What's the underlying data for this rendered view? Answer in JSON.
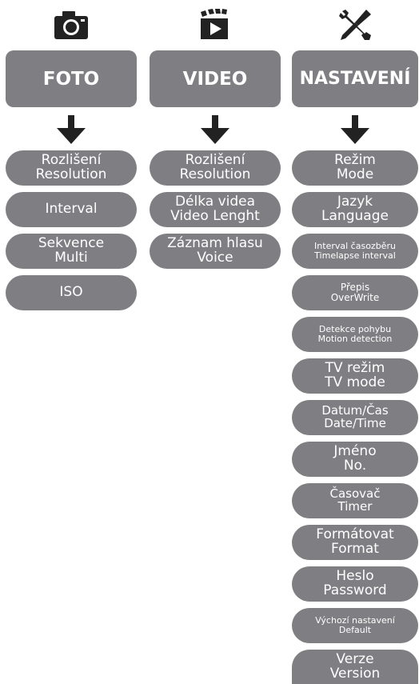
{
  "colors": {
    "box_fill": "#7f7f83",
    "text": "#ffffff",
    "icon": "#222222"
  },
  "columns": [
    {
      "icon": "camera-icon",
      "title": "FOTO",
      "items": [
        {
          "line1": "Rozlišení",
          "line2": "Resolution"
        },
        {
          "line1": "Interval",
          "line2": ""
        },
        {
          "line1": "Sekvence",
          "line2": "Multi"
        },
        {
          "line1": "ISO",
          "line2": ""
        }
      ]
    },
    {
      "icon": "clapperboard-icon",
      "title": "VIDEO",
      "items": [
        {
          "line1": "Rozlišení",
          "line2": "Resolution"
        },
        {
          "line1": "Délka videa",
          "line2": "Video Lenght"
        },
        {
          "line1": "Záznam hlasu",
          "line2": "Voice"
        }
      ]
    },
    {
      "icon": "wrench-screwdriver-icon",
      "title": "NASTAVENÍ",
      "items": [
        {
          "line1": "Režim",
          "line2": "Mode"
        },
        {
          "line1": "Jazyk",
          "line2": "Language"
        },
        {
          "line1": "Interval časozběru",
          "line2": "Timelapse interval"
        },
        {
          "line1": "Přepis",
          "line2": "OverWrite"
        },
        {
          "line1": "Detekce pohybu",
          "line2": "Motion detection"
        },
        {
          "line1": "TV režim",
          "line2": "TV mode"
        },
        {
          "line1": "Datum/Čas",
          "line2": "Date/Time"
        },
        {
          "line1": "Jméno",
          "line2": "No."
        },
        {
          "line1": "Časovač",
          "line2": "Timer"
        },
        {
          "line1": "Formátovat",
          "line2": "Format"
        },
        {
          "line1": "Heslo",
          "line2": "Password"
        },
        {
          "line1": "Výchozí nastavení",
          "line2": "Default"
        },
        {
          "line1": "Verze",
          "line2": "Version"
        }
      ]
    }
  ]
}
